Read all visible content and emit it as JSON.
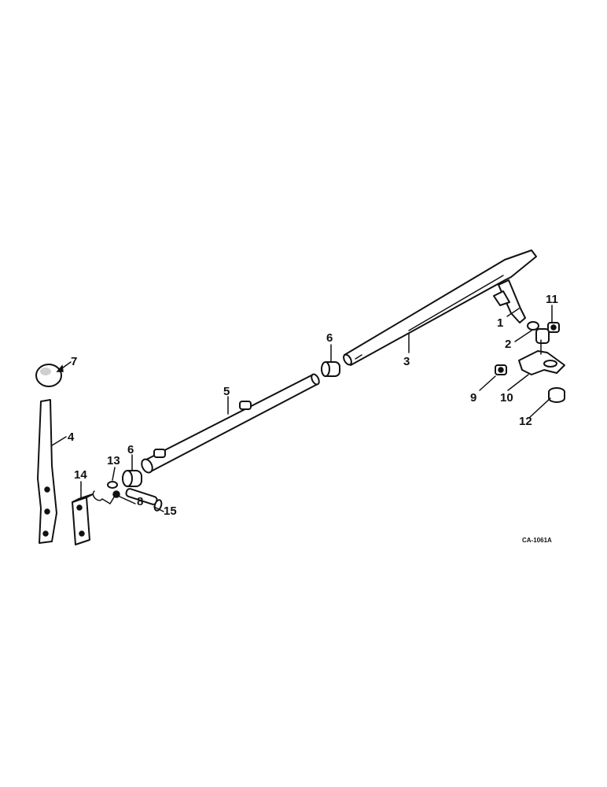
{
  "callouts": [
    "1",
    "2",
    "3",
    "4",
    "5",
    "6",
    "6",
    "7",
    "8",
    "9",
    "10",
    "11",
    "12",
    "13",
    "14",
    "15"
  ],
  "drawing_code": "CA-1061A",
  "colors": {
    "ink": "#111111",
    "paper": "#ffffff"
  }
}
